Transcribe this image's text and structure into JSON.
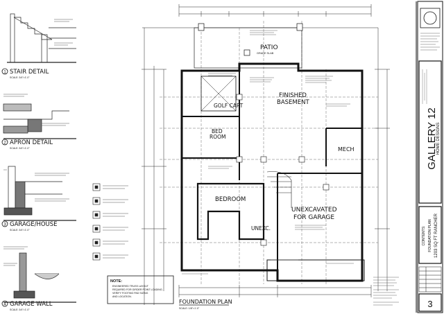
{
  "details": [
    {
      "num": "1",
      "title": "STAIR DETAIL",
      "scale": "SCALE: 3/4\"=1'-0\""
    },
    {
      "num": "2",
      "title": "APRON DETAIL",
      "scale": "SCALE: 3/4\"=1'-0\""
    },
    {
      "num": "3",
      "title": "GARAGE/HOUSE",
      "scale": "SCALE: 3/4\"=1'-0\""
    },
    {
      "num": "4",
      "title": "GARAGE WALL",
      "scale": "SCALE: 3/4\"=1'-0\""
    }
  ],
  "rooms": {
    "patio": "PATIO",
    "patio_sub": "GRADE SLAB",
    "finished": "FINISHED",
    "basement": "BASEMENT",
    "golf_cart": "GOLF CART",
    "bed": "BED",
    "room": "ROOM",
    "mech": "MECH",
    "bedroom": "BEDROOM",
    "unexcavated": "UNEXCAVATED",
    "for_garage": "FOR GARAGE",
    "unexc": "UNEXC."
  },
  "note": {
    "heading": "NOTE:",
    "lines": [
      "ENGINEERED TRUSS LAYOUT",
      "REQUIRED FOR GIRDER POINT LOADING.",
      "VERIFY FOOTING PAD SIZING",
      "AND LOCATION."
    ]
  },
  "plan_title": "FOUNDATION PLAN",
  "plan_scale": "SCALE: 1/8\"=1'-0\"",
  "title_block": {
    "company": "GALLERY 12",
    "company_sub": "HOME DESIGNS",
    "contents_label": "CONTENTS:",
    "contents_value": "FOUNDATION PLAN",
    "project": "1203 SQ FT RANCHER",
    "sheet_number": "3"
  }
}
